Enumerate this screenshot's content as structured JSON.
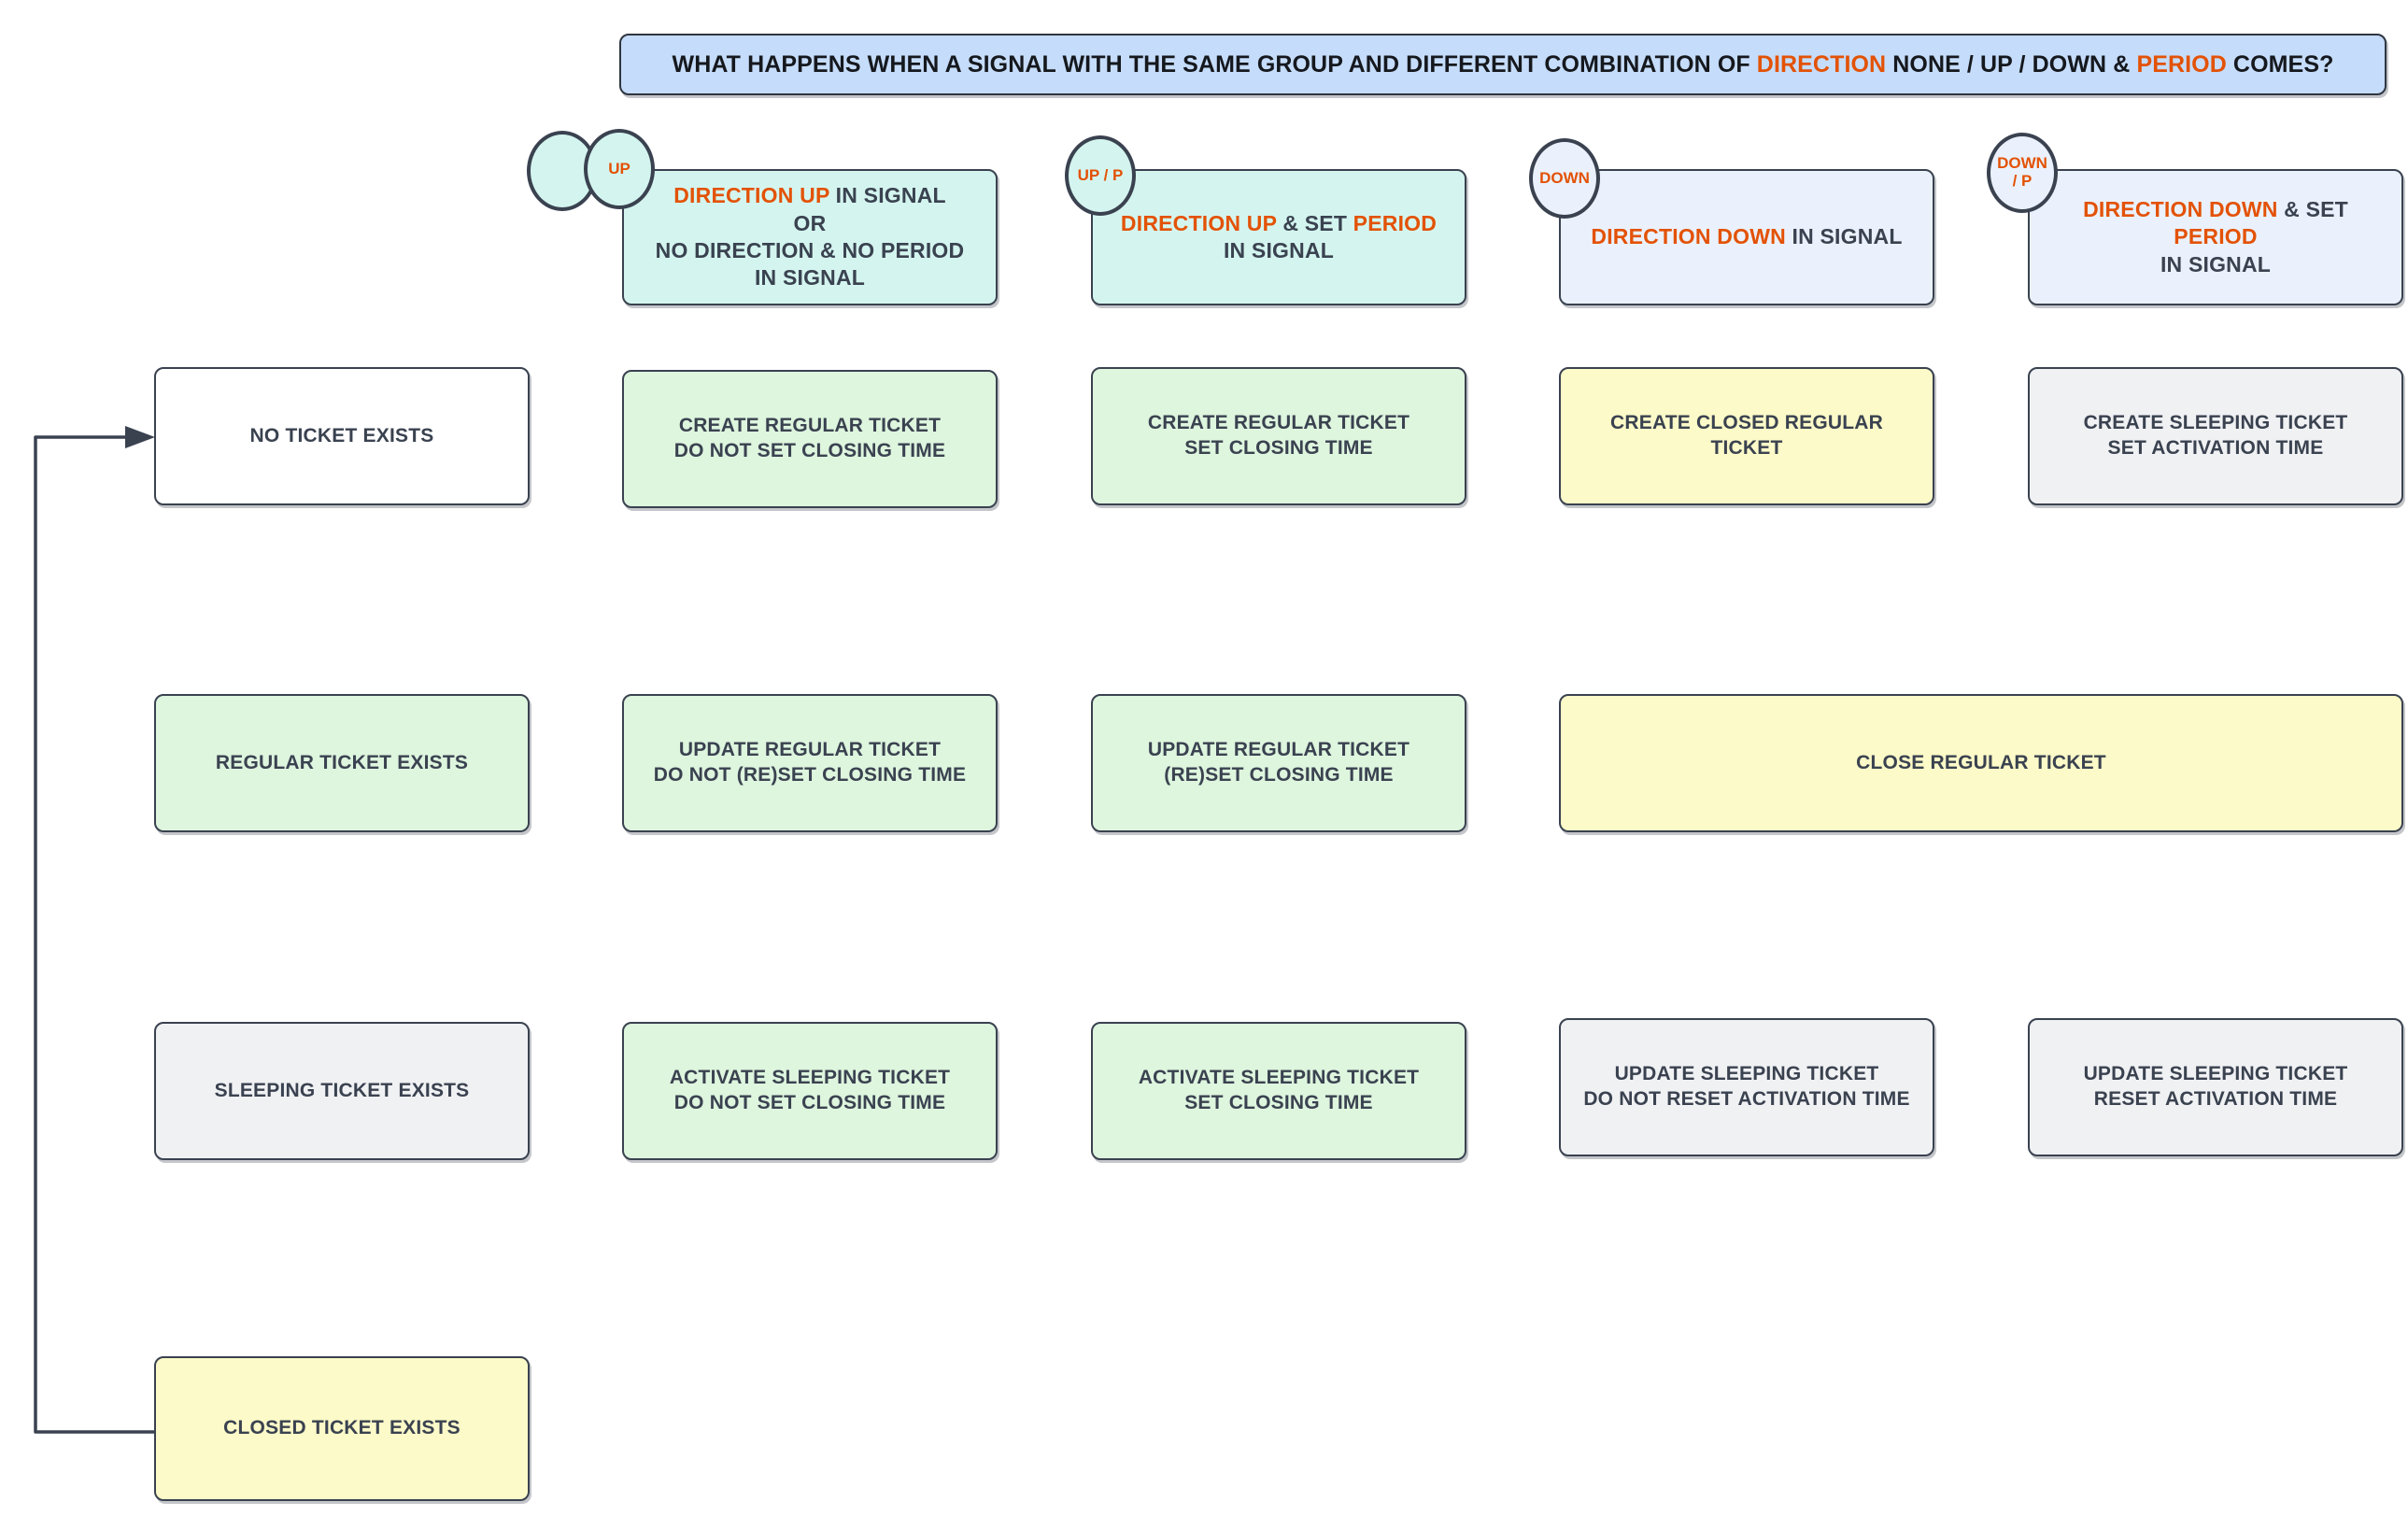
{
  "title": {
    "prefix": "WHAT HAPPENS WHEN A SIGNAL WITH THE SAME GROUP AND DIFFERENT COMBINATION OF ",
    "hl1": "DIRECTION",
    "mid": " NONE / UP / DOWN & ",
    "hl2": "PERIOD",
    "suffix": " COMES?"
  },
  "columns": [
    {
      "badge": "UP",
      "badge_style": "teal",
      "has_ghost_circle": true,
      "box_style": "teal",
      "lines": [
        {
          "parts": [
            {
              "t": "DIRECTION UP",
              "hl": true
            },
            {
              "t": " IN SIGNAL",
              "hl": false
            }
          ]
        },
        {
          "parts": [
            {
              "t": "OR",
              "hl": false
            }
          ]
        },
        {
          "parts": [
            {
              "t": "NO DIRECTION & NO PERIOD",
              "hl": false
            }
          ]
        },
        {
          "parts": [
            {
              "t": "IN SIGNAL",
              "hl": false
            }
          ]
        }
      ]
    },
    {
      "badge": "UP / P",
      "badge_style": "teal",
      "has_ghost_circle": false,
      "box_style": "teal",
      "lines": [
        {
          "parts": [
            {
              "t": "DIRECTION UP",
              "hl": true
            },
            {
              "t": " & SET ",
              "hl": false
            },
            {
              "t": "PERIOD",
              "hl": true
            }
          ]
        },
        {
          "parts": [
            {
              "t": "IN SIGNAL",
              "hl": false
            }
          ]
        }
      ]
    },
    {
      "badge": "DOWN",
      "badge_style": "blue",
      "has_ghost_circle": false,
      "box_style": "blue",
      "lines": [
        {
          "parts": [
            {
              "t": "DIRECTION DOWN",
              "hl": true
            },
            {
              "t": " IN SIGNAL",
              "hl": false
            }
          ]
        }
      ]
    },
    {
      "badge": "DOWN / P",
      "badge_style": "blue",
      "has_ghost_circle": false,
      "box_style": "blue",
      "lines": [
        {
          "parts": [
            {
              "t": "DIRECTION DOWN",
              "hl": true
            },
            {
              "t": " & SET ",
              "hl": false
            },
            {
              "t": "PERIOD",
              "hl": true
            }
          ]
        },
        {
          "parts": [
            {
              "t": "IN SIGNAL",
              "hl": false
            }
          ]
        }
      ]
    }
  ],
  "rows": [
    {
      "state": {
        "label": "NO TICKET EXISTS",
        "style": "white"
      },
      "cells": [
        {
          "lines": [
            "CREATE REGULAR TICKET",
            "DO NOT SET CLOSING TIME"
          ],
          "style": "green",
          "span": 1
        },
        {
          "lines": [
            "CREATE REGULAR TICKET",
            "SET CLOSING TIME"
          ],
          "style": "green",
          "span": 1
        },
        {
          "lines": [
            "CREATE CLOSED REGULAR",
            "TICKET"
          ],
          "style": "yellow",
          "span": 1
        },
        {
          "lines": [
            "CREATE SLEEPING TICKET",
            "SET ACTIVATION TIME"
          ],
          "style": "grey",
          "span": 1
        }
      ]
    },
    {
      "state": {
        "label": "REGULAR TICKET EXISTS",
        "style": "green"
      },
      "cells": [
        {
          "lines": [
            "UPDATE REGULAR TICKET",
            "DO NOT (RE)SET CLOSING TIME"
          ],
          "style": "green",
          "span": 1
        },
        {
          "lines": [
            "UPDATE REGULAR TICKET",
            "(RE)SET CLOSING TIME"
          ],
          "style": "green",
          "span": 1
        },
        {
          "lines": [
            "CLOSE REGULAR TICKET"
          ],
          "style": "yellow",
          "span": 2
        }
      ]
    },
    {
      "state": {
        "label": "SLEEPING TICKET EXISTS",
        "style": "grey"
      },
      "cells": [
        {
          "lines": [
            "ACTIVATE SLEEPING TICKET",
            "DO NOT SET CLOSING TIME"
          ],
          "style": "green",
          "span": 1
        },
        {
          "lines": [
            "ACTIVATE SLEEPING TICKET",
            "SET CLOSING TIME"
          ],
          "style": "green",
          "span": 1
        },
        {
          "lines": [
            "UPDATE SLEEPING TICKET",
            "DO NOT RESET ACTIVATION TIME"
          ],
          "style": "grey",
          "span": 1
        },
        {
          "lines": [
            "UPDATE SLEEPING TICKET",
            "RESET ACTIVATION TIME"
          ],
          "style": "grey",
          "span": 1
        }
      ]
    },
    {
      "state": {
        "label": "CLOSED TICKET EXISTS",
        "style": "yellow"
      },
      "cells": []
    }
  ],
  "connector": {
    "from": "closed-ticket-exists",
    "to": "no-ticket-exists",
    "arrowhead": "right"
  },
  "colors": {
    "stroke": "#3a4250",
    "accent": "#e35205",
    "title_fill": "#c5dcfa",
    "teal_fill": "#d4f5ef",
    "blue_fill": "#eaf1fc",
    "green_fill": "#def5de",
    "yellow_fill": "#fcfac8",
    "grey_fill": "#f0f1f3",
    "white_fill": "#ffffff"
  }
}
